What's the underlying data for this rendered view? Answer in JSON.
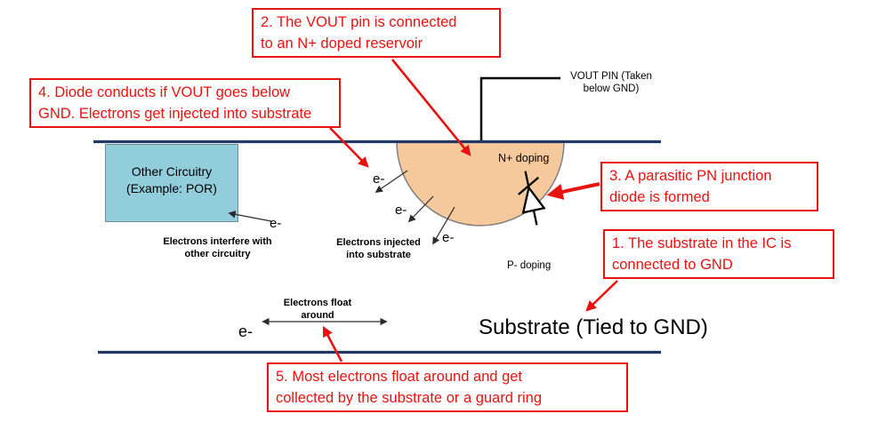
{
  "colors": {
    "callout_red": "#e8120f",
    "substrate_line_navy": "#1F3864",
    "reservoir_peach": "#F5C99B",
    "circuitry_light_blue": "#92CDDC",
    "shape_border_gray": "#808080"
  },
  "callouts": [
    {
      "id": "1",
      "lines": [
        "1. The substrate in the IC is",
        "connected to GND"
      ]
    },
    {
      "id": "2",
      "lines": [
        "2. The VOUT pin is connected",
        "to an N+ doped reservoir"
      ]
    },
    {
      "id": "3",
      "lines": [
        "3. A parasitic PN junction",
        "diode is formed"
      ]
    },
    {
      "id": "4",
      "lines": [
        "4. Diode conducts if VOUT goes below",
        "GND. Electrons get injected into substrate"
      ]
    },
    {
      "id": "5",
      "lines": [
        "5. Most electrons float around and get",
        "collected by the substrate or a guard ring"
      ]
    }
  ],
  "labels": {
    "vout_pin_lines": [
      "VOUT PIN (Taken",
      "below GND)"
    ],
    "n_doping": "N+ doping",
    "p_doping": "P- doping",
    "other_circuitry_lines": [
      "Other Circuitry",
      "(Example: POR)"
    ],
    "electrons_interfere": "Electrons interfere with other circuitry",
    "electrons_injected": "Electrons injected into substrate",
    "electrons_float": "Electrons float around",
    "substrate": "Substrate (Tied to GND)",
    "electron_symbol": "e-"
  }
}
